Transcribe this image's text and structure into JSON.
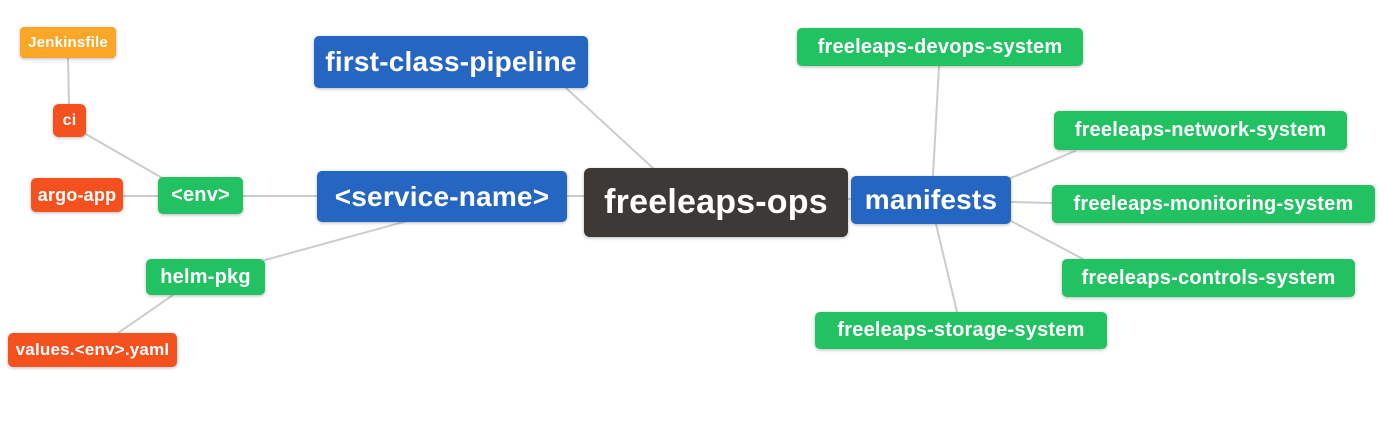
{
  "colors": {
    "root_bg": "#3D3936",
    "branch_blue": "#2566C2",
    "leaf_green": "#22C162",
    "leaf_red": "#F4511E",
    "leaf_orange": "#FAA627",
    "edge": "#CCCCCC",
    "text": "#FFFFFF",
    "background": "#FFFFFF"
  },
  "nodes": [
    {
      "id": "jenkinsfile",
      "label": "Jenkinsfile",
      "color": "leaf_orange"
    },
    {
      "id": "ci",
      "label": "ci",
      "color": "leaf_red"
    },
    {
      "id": "argo-app",
      "label": "argo-app",
      "color": "leaf_red"
    },
    {
      "id": "env",
      "label": "<env>",
      "color": "leaf_green"
    },
    {
      "id": "helm-pkg",
      "label": "helm-pkg",
      "color": "leaf_green"
    },
    {
      "id": "values-env-yaml",
      "label": "values.<env>.yaml",
      "color": "leaf_red"
    },
    {
      "id": "first-class-pipeline",
      "label": "first-class-pipeline",
      "color": "branch_blue"
    },
    {
      "id": "service-name",
      "label": "<service-name>",
      "color": "branch_blue"
    },
    {
      "id": "freeleaps-ops",
      "label": "freeleaps-ops",
      "color": "root_bg"
    },
    {
      "id": "manifests",
      "label": "manifests",
      "color": "branch_blue"
    },
    {
      "id": "freeleaps-devops-system",
      "label": "freeleaps-devops-system",
      "color": "leaf_green"
    },
    {
      "id": "freeleaps-network-system",
      "label": "freeleaps-network-system",
      "color": "leaf_green"
    },
    {
      "id": "freeleaps-monitoring-system",
      "label": "freeleaps-monitoring-system",
      "color": "leaf_green"
    },
    {
      "id": "freeleaps-controls-system",
      "label": "freeleaps-controls-system",
      "color": "leaf_green"
    },
    {
      "id": "freeleaps-storage-system",
      "label": "freeleaps-storage-system",
      "color": "leaf_green"
    }
  ],
  "edges": [
    [
      "jenkinsfile",
      "ci"
    ],
    [
      "ci",
      "env"
    ],
    [
      "argo-app",
      "env"
    ],
    [
      "env",
      "service-name"
    ],
    [
      "helm-pkg",
      "service-name"
    ],
    [
      "helm-pkg",
      "values-env-yaml"
    ],
    [
      "first-class-pipeline",
      "freeleaps-ops"
    ],
    [
      "service-name",
      "freeleaps-ops"
    ],
    [
      "freeleaps-ops",
      "manifests"
    ],
    [
      "manifests",
      "freeleaps-devops-system"
    ],
    [
      "manifests",
      "freeleaps-network-system"
    ],
    [
      "manifests",
      "freeleaps-monitoring-system"
    ],
    [
      "manifests",
      "freeleaps-controls-system"
    ],
    [
      "manifests",
      "freeleaps-storage-system"
    ]
  ]
}
